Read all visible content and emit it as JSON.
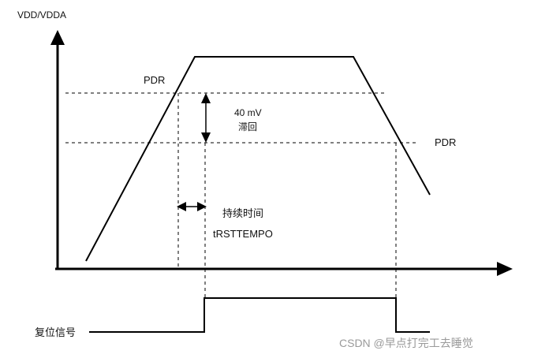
{
  "diagram": {
    "y_axis_label": "VDD/VDDA",
    "pdr_upper_label": "PDR",
    "pdr_lower_label": "PDR",
    "hysteresis_value": "40 mV",
    "hysteresis_label": "滞回",
    "duration_label": "持续时间",
    "duration_symbol": "tRSTTEMPO",
    "reset_signal_label": "复位信号"
  },
  "watermark": "CSDN @早点打完工去睡觉",
  "colors": {
    "line": "#000000",
    "watermark": "#9a9a9a"
  }
}
